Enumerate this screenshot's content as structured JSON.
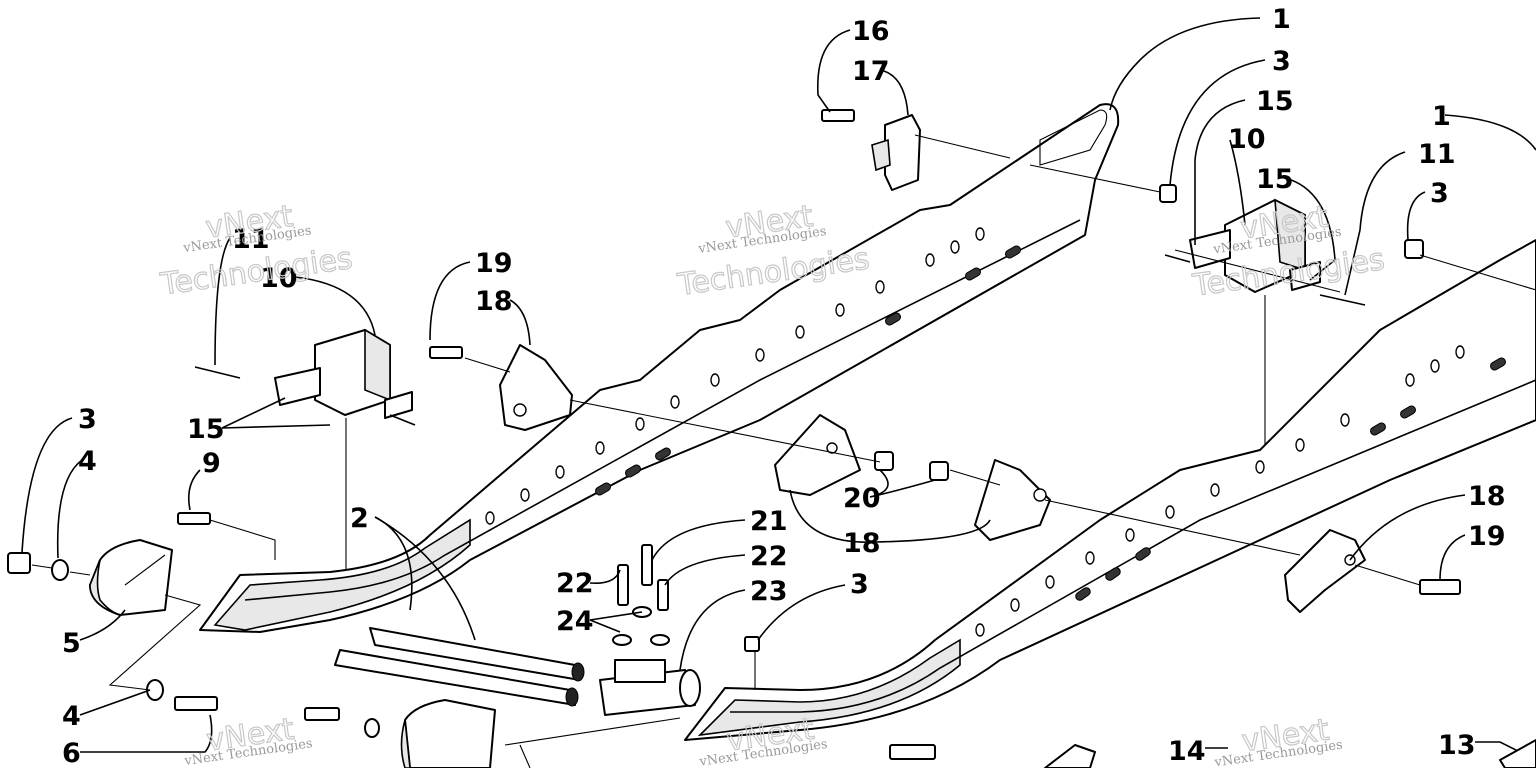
{
  "callouts": [
    {
      "id": "c-1-top",
      "text": "1"
    },
    {
      "id": "c-3-top",
      "text": "3"
    },
    {
      "id": "c-15-a",
      "text": "15"
    },
    {
      "id": "c-10-right",
      "text": "10"
    },
    {
      "id": "c-15-b",
      "text": "15"
    },
    {
      "id": "c-16",
      "text": "16"
    },
    {
      "id": "c-17",
      "text": "17"
    },
    {
      "id": "c-1-right",
      "text": "1"
    },
    {
      "id": "c-11-right",
      "text": "11"
    },
    {
      "id": "c-3-right",
      "text": "3"
    },
    {
      "id": "c-11-left",
      "text": "11"
    },
    {
      "id": "c-10-left",
      "text": "10"
    },
    {
      "id": "c-19-mid",
      "text": "19"
    },
    {
      "id": "c-18-mid",
      "text": "18"
    },
    {
      "id": "c-3-left",
      "text": "3"
    },
    {
      "id": "c-4-left",
      "text": "4"
    },
    {
      "id": "c-15-left",
      "text": "15"
    },
    {
      "id": "c-9",
      "text": "9"
    },
    {
      "id": "c-2",
      "text": "2"
    },
    {
      "id": "c-20",
      "text": "20"
    },
    {
      "id": "c-18-center",
      "text": "18"
    },
    {
      "id": "c-21",
      "text": "21"
    },
    {
      "id": "c-22-right",
      "text": "22"
    },
    {
      "id": "c-22-left",
      "text": "22"
    },
    {
      "id": "c-23",
      "text": "23"
    },
    {
      "id": "c-24",
      "text": "24"
    },
    {
      "id": "c-3-center",
      "text": "3"
    },
    {
      "id": "c-18-right",
      "text": "18"
    },
    {
      "id": "c-19-right",
      "text": "19"
    },
    {
      "id": "c-5",
      "text": "5"
    },
    {
      "id": "c-4-bottom",
      "text": "4"
    },
    {
      "id": "c-6",
      "text": "6"
    },
    {
      "id": "c-14",
      "text": "14"
    },
    {
      "id": "c-13",
      "text": "13"
    }
  ],
  "watermark": {
    "brand": "vNext Technologies",
    "outline_word_1": "vNext",
    "outline_word_2": "Technologies"
  }
}
